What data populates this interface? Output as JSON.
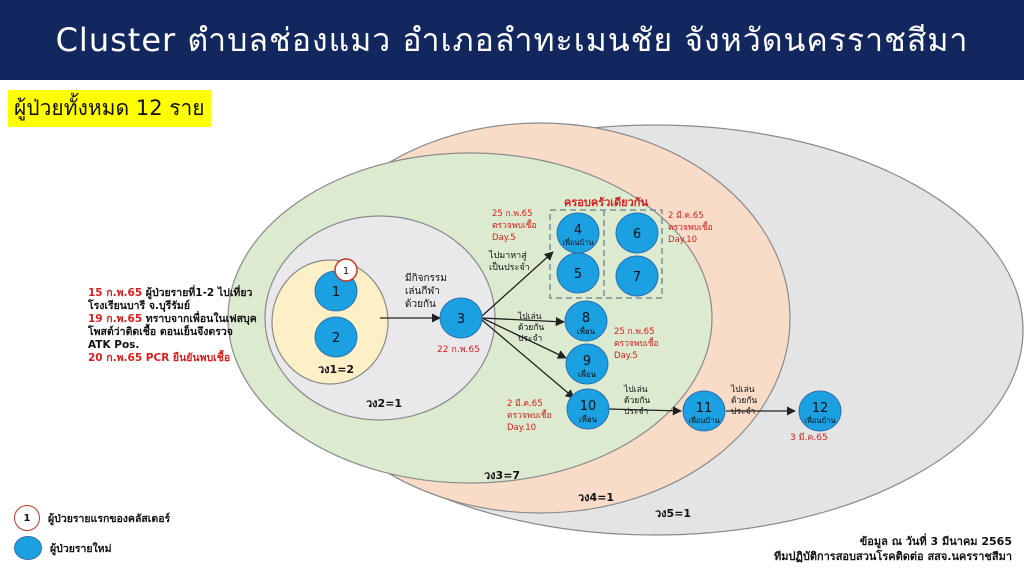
{
  "title": "Cluster  ตำบลช่องแมว อำเภอลำทะเมนชัย จังหวัดนครราชสีมา",
  "total_label": "ผู้ป่วยทั้งหมด 12 ราย",
  "rings": {
    "r1": "วง1=2",
    "r2": "วง2=1",
    "r3": "วง3=7",
    "r4": "วง4=1",
    "r5": "วง5=1"
  },
  "family_label": "ครอบครัวเดียวกัน",
  "nodes": {
    "n1": {
      "num": "1"
    },
    "n2": {
      "num": "2"
    },
    "n3": {
      "num": "3",
      "date": "22 ก.พ.65"
    },
    "n4": {
      "num": "4",
      "sub": "เพื่อนบ้าน"
    },
    "n5": {
      "num": "5"
    },
    "n6": {
      "num": "6"
    },
    "n7": {
      "num": "7"
    },
    "n8": {
      "num": "8",
      "sub": "เพื่อน"
    },
    "n9": {
      "num": "9",
      "sub": "เพื่อน"
    },
    "n10": {
      "num": "10",
      "sub": "เพื่อน"
    },
    "n11": {
      "num": "11",
      "sub": "เพื่อนบ้าน"
    },
    "n12": {
      "num": "12",
      "sub": "เพื่อนบ้าน",
      "date": "3 มี.ค.65"
    }
  },
  "first_badge": "1",
  "edge_labels": {
    "to3": [
      "มีกิจกรรม",
      "เล่นกีฬา",
      "ด้วยกัน"
    ],
    "to4": [
      "ไปมาหาสู่",
      "เป็นประจำ"
    ],
    "to8": [
      "ไปเล่น",
      "ด้วยกัน",
      "ประจำ"
    ],
    "to11": [
      "ไปเล่น",
      "ด้วยกัน",
      "ประจำ"
    ],
    "to12": [
      "ไปเล่น",
      "ด้วยกัน",
      "ประจำ"
    ]
  },
  "red_notes": {
    "left_family": [
      "25 ก.พ.65",
      "ตรวจพบเชื้อ",
      "Day.5"
    ],
    "right_family": [
      "2 มี.ค.65",
      "ตรวจพบเชื้อ",
      "Day.10"
    ],
    "n9": [
      "25 ก.พ.65",
      "ตรวจพบเชื้อ",
      "Day.5"
    ],
    "n10": [
      "2 มี.ค.65",
      "ตรวจพบเชื้อ",
      "Day.10"
    ]
  },
  "index_note": {
    "l1_red": "15 ก.พ.65",
    "l1_black": " ผู้ป่วยรายที่1-2 ไปเที่ยว",
    "l2": "โรงเรียนบารี จ.บุรีรัมย์",
    "l3_red": "19 ก.พ.65",
    "l3_black": " ทราบจากเพื่อนในเฟสบุค",
    "l4": "โพสต์ว่าติดเชื้อ ตอนเย็นจึงตรวจ",
    "l5": "ATK Pos.",
    "l6_red": "20 ก.พ.65 PCR ยืนยันพบเชื้อ"
  },
  "legend": {
    "first_case": "ผู้ป่วยรายแรกของคลัสเตอร์",
    "new_case": "ผู้ป่วยรายใหม่"
  },
  "source": {
    "line1": "ข้อมูล ณ วันที่ 3 มีนาคม 2565",
    "line2": "ทีมปฏิบัติการสอบสวนโรคติดต่อ สสจ.นครราชสีมา"
  },
  "colors": {
    "header_bg": "#12275e",
    "ring5": "#e4e4e4",
    "ring4": "#f8dcc8",
    "ring3": "#dcebd0",
    "ring2": "#e9e9ec",
    "ring1": "#fdf0c6",
    "node": "#1ba1e2",
    "red_text": "#d62020"
  }
}
